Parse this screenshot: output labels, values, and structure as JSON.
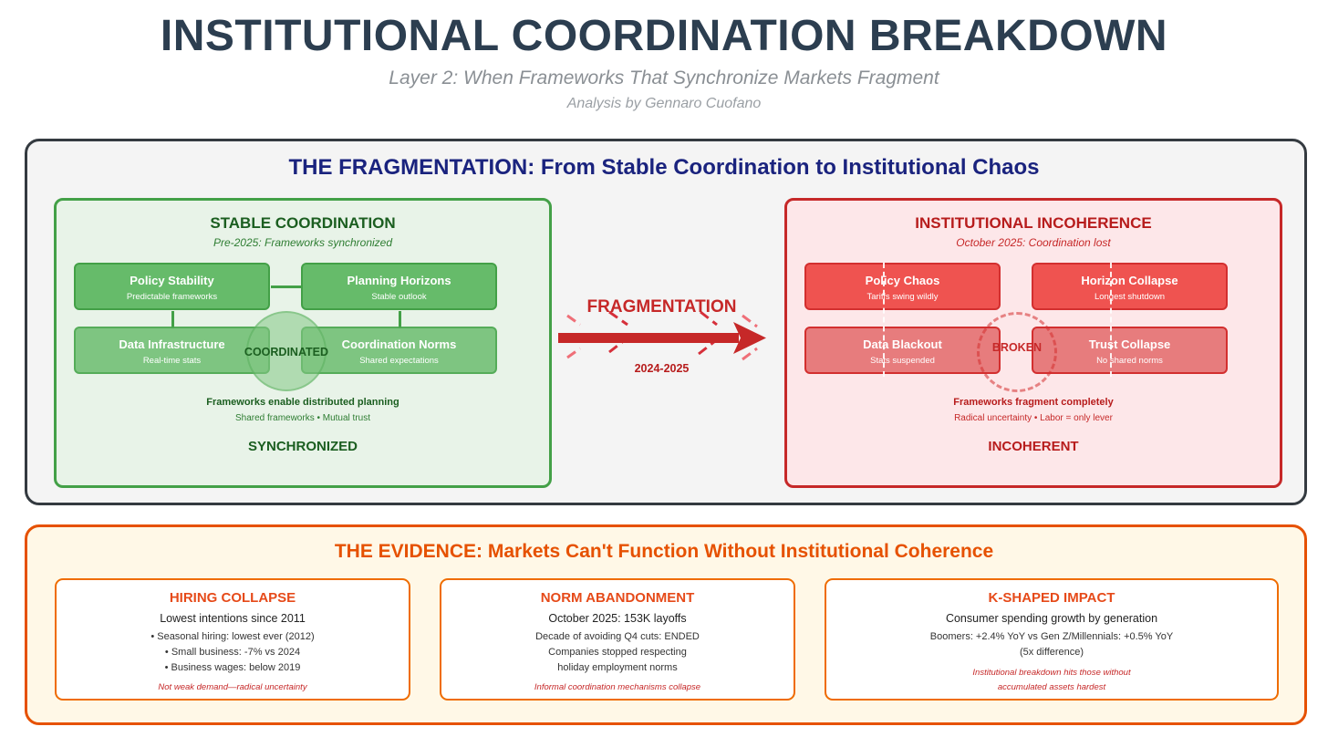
{
  "header": {
    "title": "INSTITUTIONAL COORDINATION BREAKDOWN",
    "subtitle": "Layer 2: When Frameworks That Synchronize Markets Fragment",
    "byline": "Analysis by Gennaro Cuofano"
  },
  "fragmentation": {
    "heading": "THE FRAGMENTATION: From Stable Coordination to Institutional Chaos",
    "arrow_label": "FRAGMENTATION",
    "arrow_period": "2024-2025",
    "stable": {
      "title": "STABLE COORDINATION",
      "subtitle": "Pre-2025: Frameworks synchronized",
      "nodes": [
        {
          "title": "Policy Stability",
          "sub": "Predictable frameworks"
        },
        {
          "title": "Planning Horizons",
          "sub": "Stable outlook"
        },
        {
          "title": "Data Infrastructure",
          "sub": "Real-time stats"
        },
        {
          "title": "Coordination Norms",
          "sub": "Shared expectations"
        }
      ],
      "center_label": "COORDINATED",
      "summary": "Frameworks enable distributed planning",
      "detail": "Shared frameworks • Mutual trust",
      "status": "SYNCHRONIZED"
    },
    "chaos": {
      "title": "INSTITUTIONAL INCOHERENCE",
      "subtitle": "October 2025: Coordination lost",
      "nodes": [
        {
          "title": "Policy Chaos",
          "sub": "Tariffs swing wildly"
        },
        {
          "title": "Horizon Collapse",
          "sub": "Longest shutdown"
        },
        {
          "title": "Data Blackout",
          "sub": "Stats suspended"
        },
        {
          "title": "Trust Collapse",
          "sub": "No shared norms"
        }
      ],
      "center_label": "BROKEN",
      "summary": "Frameworks fragment completely",
      "detail": "Radical uncertainty • Labor = only lever",
      "status": "INCOHERENT"
    }
  },
  "evidence": {
    "heading": "THE EVIDENCE: Markets Can't Function Without Institutional Coherence",
    "cards": [
      {
        "title": "HIRING COLLAPSE",
        "lead": "Lowest intentions since 2011",
        "lines": [
          "• Seasonal hiring: lowest ever (2012)",
          "• Small business: -7% vs 2024",
          "• Business wages: below 2019"
        ],
        "note_lines": [
          "Not weak demand—radical uncertainty"
        ]
      },
      {
        "title": "NORM ABANDONMENT",
        "lead": "October 2025: 153K layoffs",
        "lines": [
          "Decade of avoiding Q4 cuts: ENDED",
          "Companies stopped respecting",
          "holiday employment norms"
        ],
        "note_lines": [
          "Informal coordination mechanisms collapse"
        ]
      },
      {
        "title": "K-SHAPED IMPACT",
        "lead": "Consumer spending growth by generation",
        "lines": [
          "Boomers: +2.4% YoY vs Gen Z/Millennials: +0.5% YoY",
          "(5x difference)"
        ],
        "note_lines": [
          "Institutional breakdown hits those without",
          "accumulated assets hardest"
        ]
      }
    ]
  },
  "colors": {
    "title": "#2c3e50",
    "stable": "#43a047",
    "chaos": "#c62828",
    "arrow": "#c62828",
    "evidence": "#e65100"
  }
}
